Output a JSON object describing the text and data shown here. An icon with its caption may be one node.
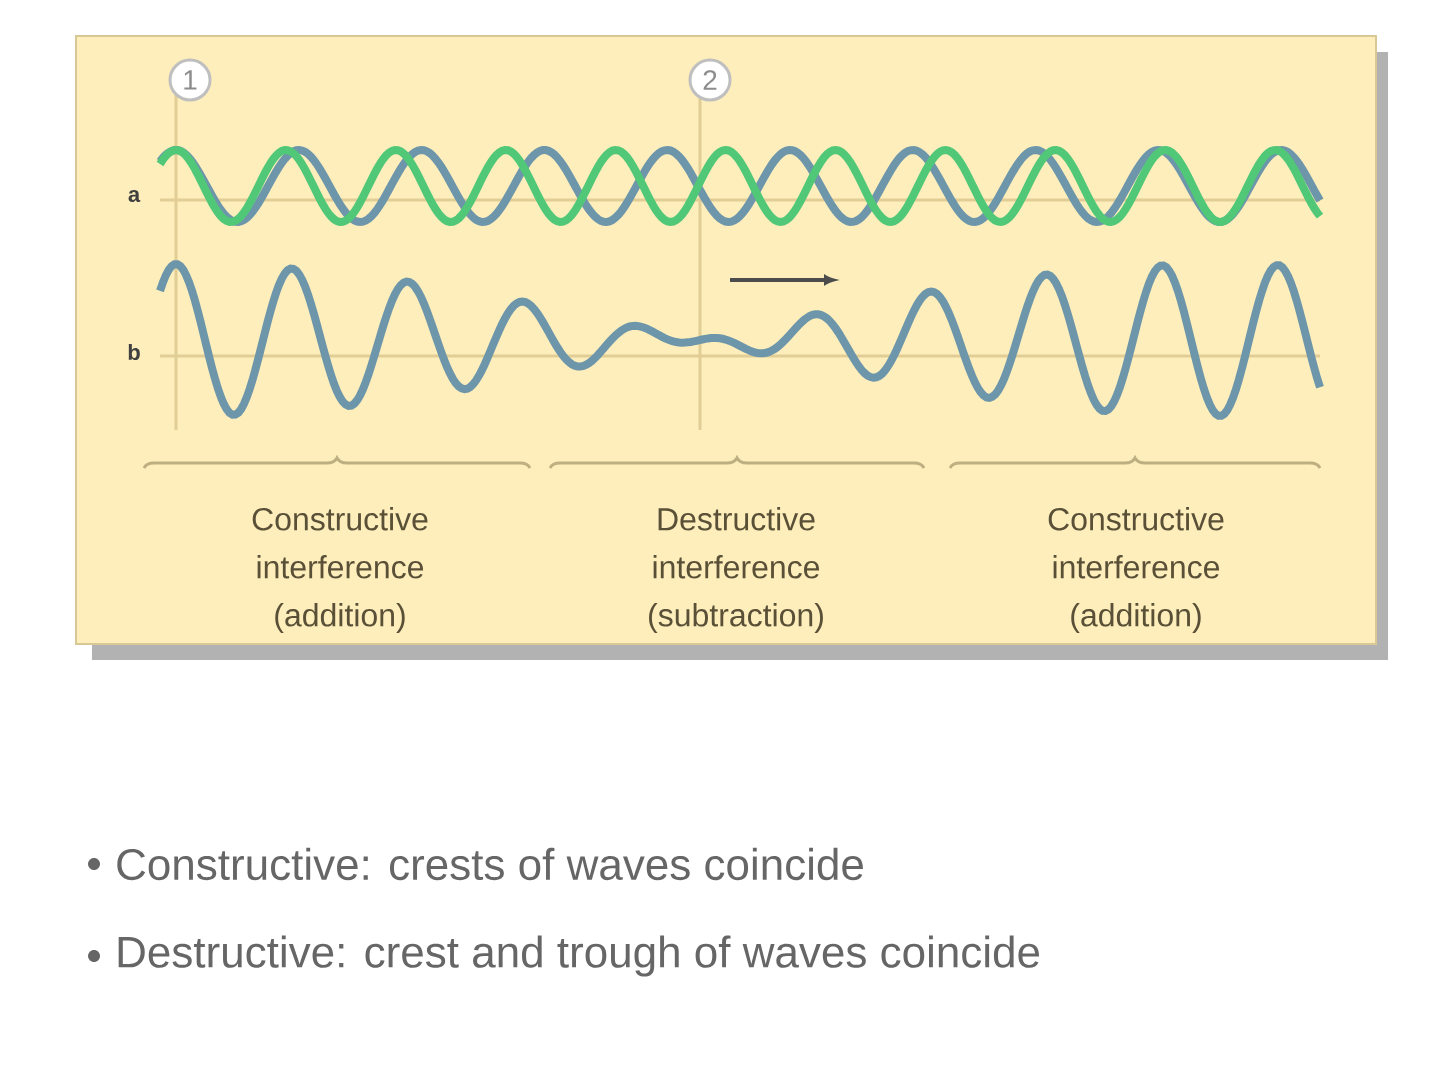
{
  "diagram": {
    "nodes": [
      {
        "text": [
          "1"
        ]
      },
      {
        "text": [
          "2"
        ]
      }
    ],
    "labels": [
      "a",
      "b",
      "Constructive interference (addition)",
      "Destructive interference (subtraction)",
      "Constructive interference (addition)",
      "Constructive: crests of waves coincide",
      "Destructive: crest and trough of waves coincide"
    ]
  }
}
